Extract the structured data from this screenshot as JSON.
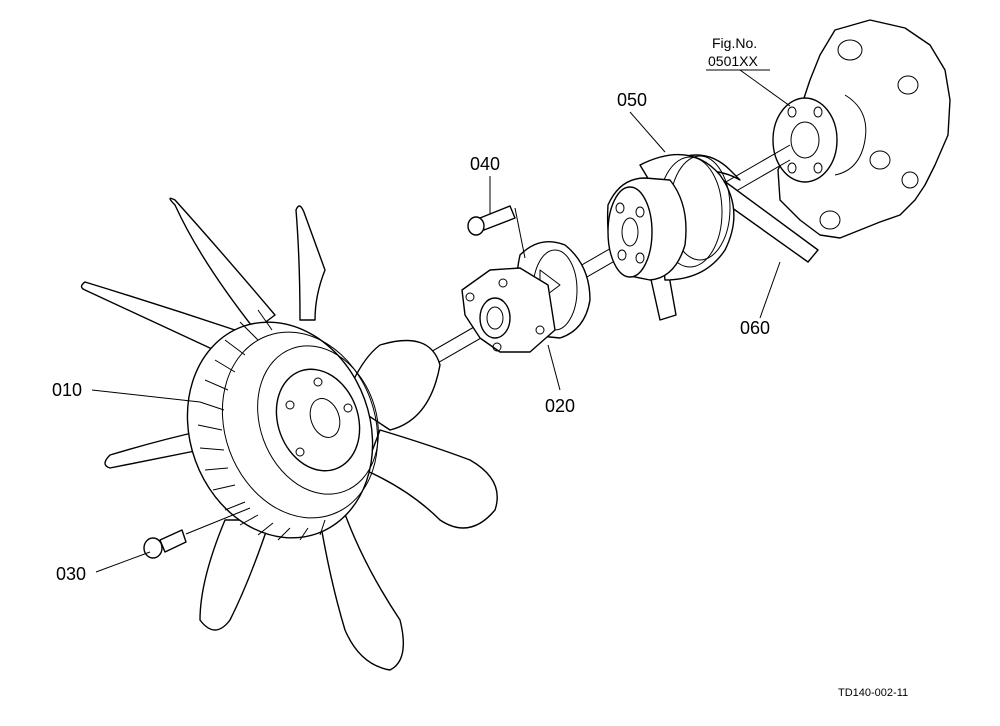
{
  "diagram": {
    "figure_label_line1": "Fig.No.",
    "figure_label_line2": "0501XX",
    "drawing_code": "TD140-002-11",
    "callouts": {
      "c010": "010",
      "c020": "020",
      "c030": "030",
      "c040": "040",
      "c050": "050",
      "c060": "060"
    },
    "parts": [
      "fan",
      "fan-spacer",
      "fan-bolt",
      "pulley-bolt",
      "fan-pulley",
      "fan-belt",
      "water-pump-housing"
    ]
  }
}
